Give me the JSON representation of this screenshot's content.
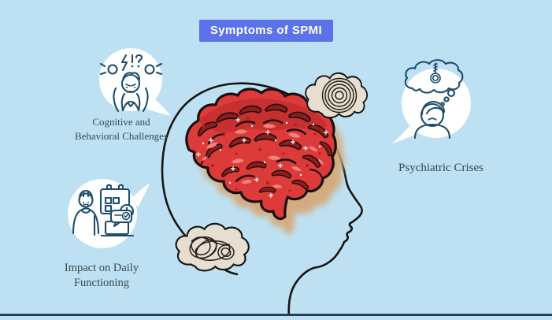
{
  "title": {
    "label": "Symptoms of SPMI"
  },
  "callouts": {
    "cognitive": {
      "label": "Cognitive and Behavioral Challenges",
      "icon": "stressed-person-icon"
    },
    "daily": {
      "label": "Impact on Daily Functioning",
      "icon": "person-calendar-laptop-icon"
    },
    "psychiatric": {
      "label": "Psychiatric Crises",
      "icon": "suicidal-ideation-icon"
    }
  },
  "illustration": {
    "subject": "human-head-profile-with-red-brain",
    "thought_clouds": [
      {
        "name": "spiral-thought-cloud",
        "motif": "concentric-rings"
      },
      {
        "name": "tangled-thought-cloud",
        "motif": "scribble"
      }
    ]
  },
  "colors": {
    "bg": "#BDE1F2",
    "bottom_bar": "#2E3A60",
    "banner_bg": "#5B72E8",
    "banner_text": "#FFFFFF",
    "label_text": "#37474F",
    "icon_stroke": "#1E4D6B",
    "bubble_fill": "#FFFFFF",
    "cloud_fill": "#E6DED1",
    "outline_ink": "#141414",
    "brain_base": "#DC3B3A",
    "brain_dark": "#C22C2C",
    "brain_fold": "#8E1D1D",
    "brain_highlight": "#F2827E",
    "brain_dot": "#AD2424",
    "shadow_tan": "#D7A673"
  }
}
